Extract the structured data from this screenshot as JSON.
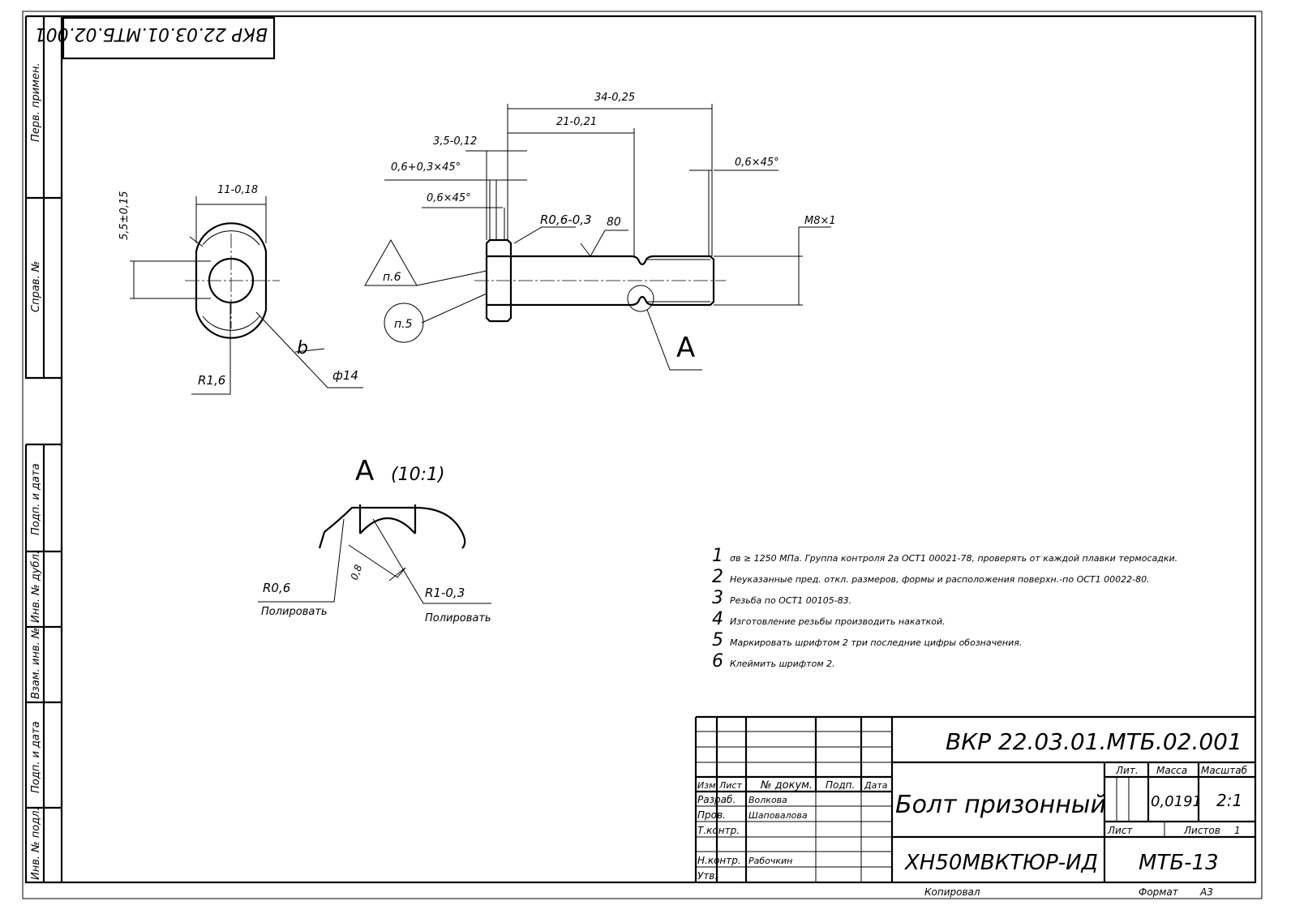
{
  "stamp": {
    "designation_rotated": "ВКР 22.03.01.МТБ.02.001"
  },
  "side_strip": {
    "perv_primen": "Перв. примен.",
    "sprav_no": "Справ. №",
    "podp_data_1": "Подп. и дата",
    "inv_dubl": "Инв. № дубл.",
    "vzam_inv": "Взам. инв. №",
    "podp_data_2": "Подп. и дата",
    "inv_podl": "Инв. № подл."
  },
  "dimensions": {
    "d34": "34-0,25",
    "d21": "21-0,21",
    "d35": "3,5-0,12",
    "ch1": "0,6+0,3×45°",
    "ch2": "0,6×45°",
    "ch3": "0,6×45°",
    "r06": "R0,6-0,3",
    "rough80": "80",
    "m8": "M8×1",
    "w11": "11-0,18",
    "h55": "5,5±0,15",
    "r16": "R1,6",
    "phi14": "ф14",
    "b": "b",
    "p6": "п.6",
    "p5": "п.5",
    "a_label": "A"
  },
  "detail": {
    "title": "A",
    "scale": "(10:1)",
    "r06": "R0,6",
    "r1": "R1-0,3",
    "polish1": "Полировать",
    "polish2": "Полировать",
    "rough": "0,8"
  },
  "notes": [
    {
      "n": "1",
      "text": "σв ≥ 1250 МПа. Группа контроля 2а ОСТ1 00021-78, проверять от каждой плавки термосадки."
    },
    {
      "n": "2",
      "text": "Неуказанные пред. откл. размеров, формы и расположения поверхн.-по ОСТ1 00022-80."
    },
    {
      "n": "3",
      "text": "Резьба по ОСТ1 00105-83."
    },
    {
      "n": "4",
      "text": "Изготовление резьбы производить накаткой."
    },
    {
      "n": "5",
      "text": "Маркировать шрифтом 2 три последние цифры обозначения."
    },
    {
      "n": "6",
      "text": "Клеймить шрифтом 2."
    }
  ],
  "title_block": {
    "designation": "ВКР 22.03.01.МТБ.02.001",
    "name": "Болт призонный",
    "material": "ХН50МВКТЮР-ИД",
    "org": "МТБ-13",
    "hdr_izm": "Изм.",
    "hdr_list": "Лист",
    "hdr_doc": "№ докум.",
    "hdr_podp": "Подп.",
    "hdr_data": "Дата",
    "razrab": "Разраб.",
    "razrab_name": "Волкова",
    "prov": "Пров.",
    "prov_name": "Шаповалова",
    "tkontr": "Т.контр.",
    "nkontr": "Н.контр.",
    "nkontr_name": "Рабочкин",
    "utv": "Утв.",
    "lit": "Лит.",
    "massa": "Масса",
    "masshtab": "Масштаб",
    "mass_value": "0,0191",
    "scale_value": "2:1",
    "sheet": "Лист",
    "sheets": "Листов",
    "sheets_value": "1",
    "copied": "Копировал",
    "format": "Формат",
    "format_value": "А3"
  }
}
